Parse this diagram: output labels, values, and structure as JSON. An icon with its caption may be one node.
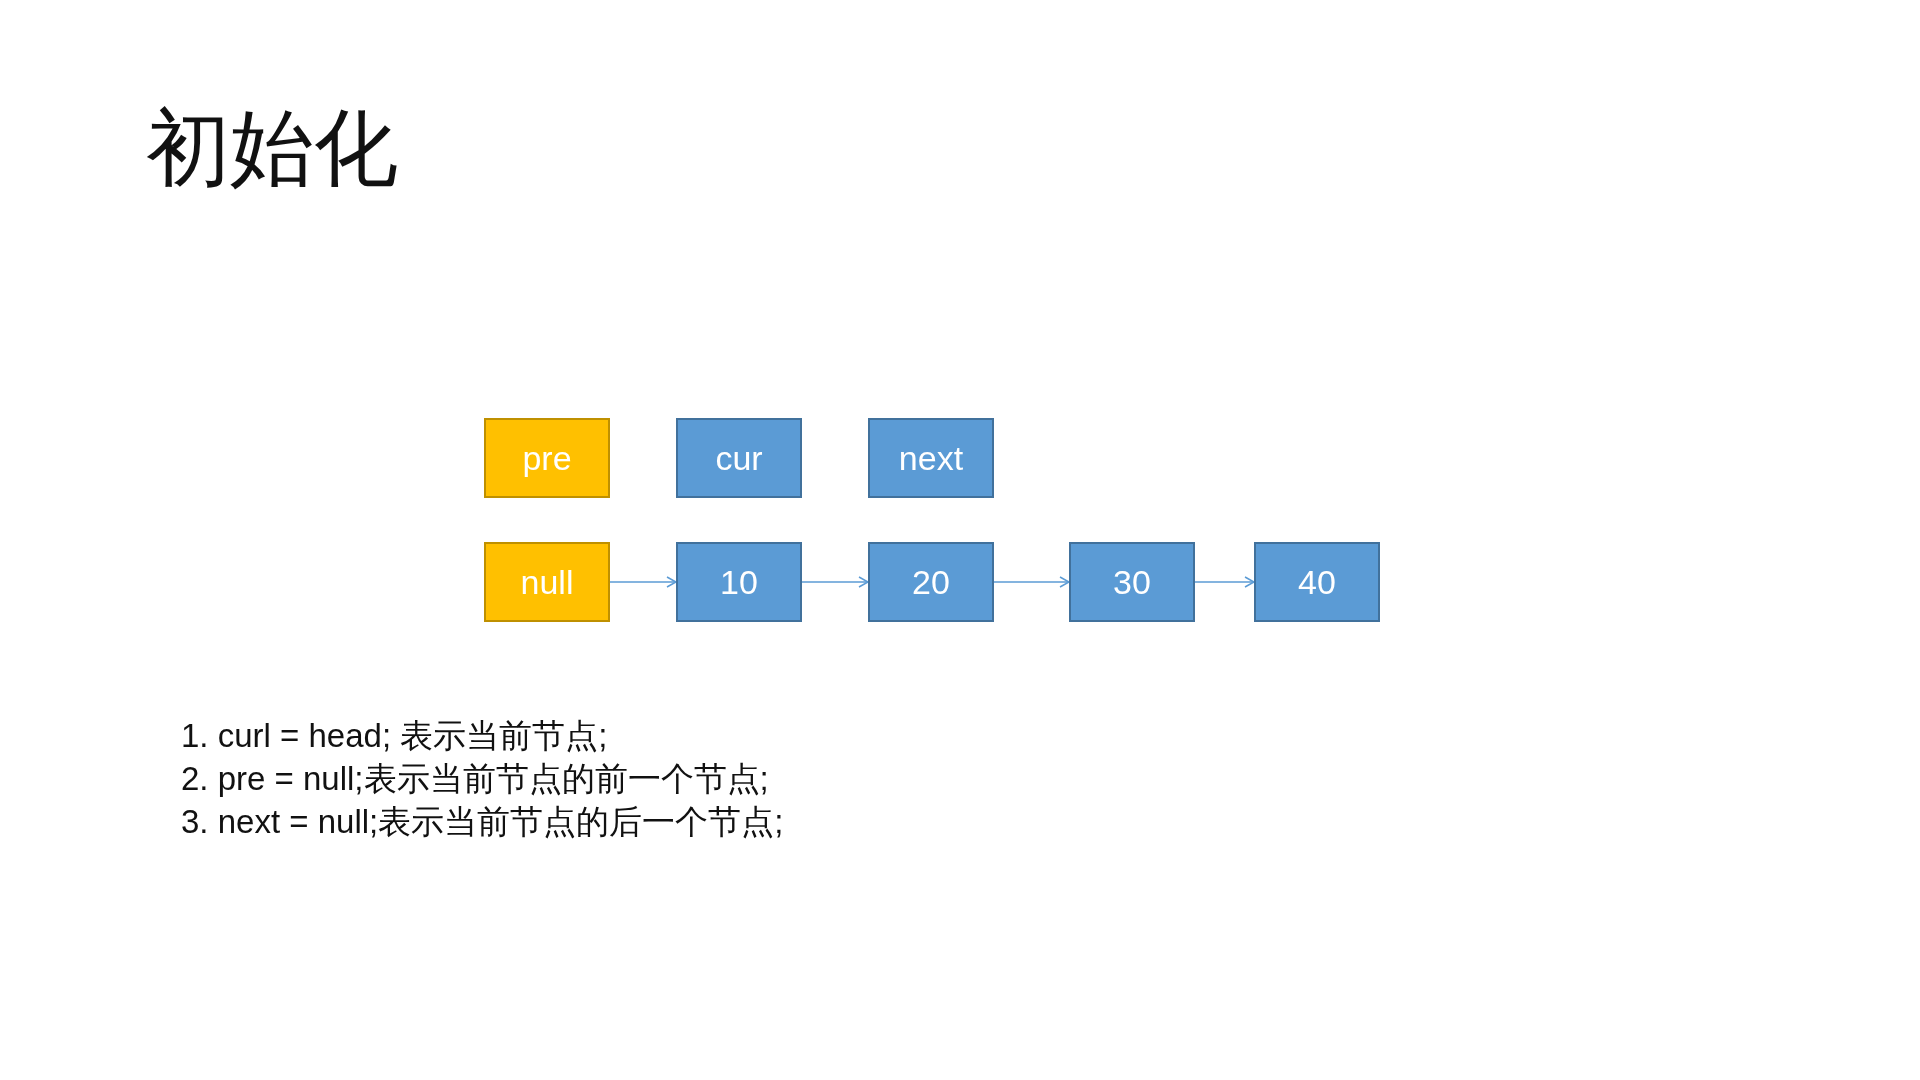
{
  "diagram": {
    "title": "初始化",
    "nodes": [
      {
        "text": [
          "pre"
        ]
      },
      {
        "text": [
          "cur"
        ]
      },
      {
        "text": [
          "next"
        ]
      },
      {
        "text": [
          "null"
        ]
      },
      {
        "text": [
          "10"
        ]
      },
      {
        "text": [
          "20"
        ]
      },
      {
        "text": [
          "30"
        ]
      },
      {
        "text": [
          "40"
        ]
      }
    ],
    "edges": [
      {
        "from": 3,
        "to": 4,
        "arrow": "to"
      },
      {
        "from": 4,
        "to": 5,
        "arrow": "to"
      },
      {
        "from": 5,
        "to": 6,
        "arrow": "to"
      },
      {
        "from": 6,
        "to": 7,
        "arrow": "to"
      }
    ],
    "labels": [
      "1. curl = head; 表示当前节点;",
      "2. pre = null;表示当前节点的前一个节点;",
      "3. next = null;表示当前节点的后一个节点;"
    ]
  }
}
